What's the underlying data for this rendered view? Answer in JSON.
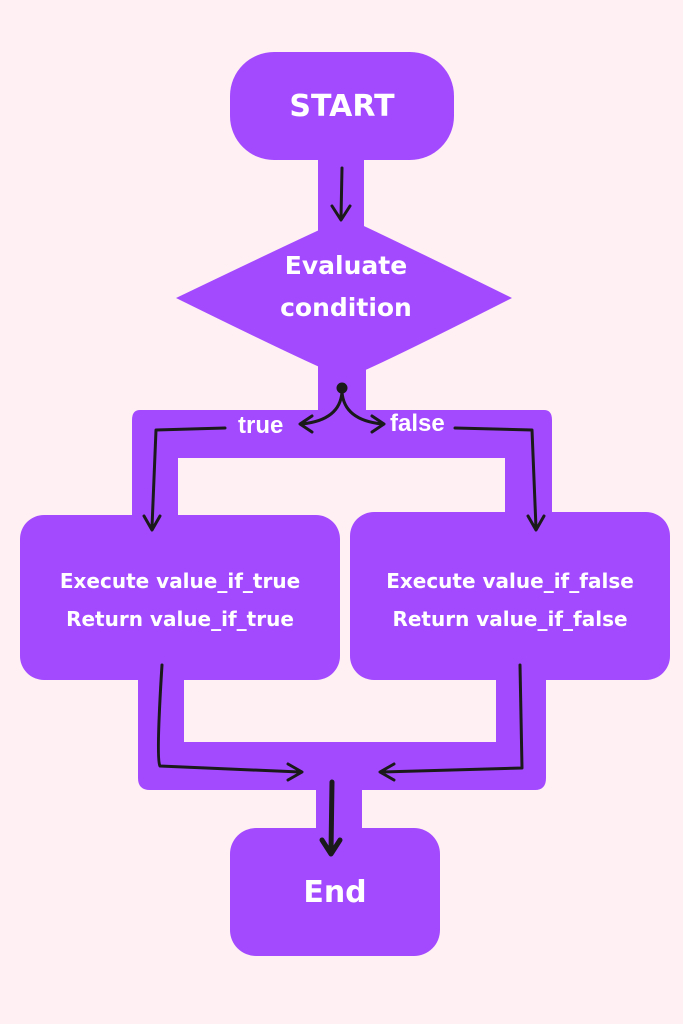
{
  "nodes": {
    "start": "START",
    "condition_line1": "Evaluate",
    "condition_line2": "condition",
    "true_box_line1": "Execute value_if_true",
    "true_box_line2": "Return value_if_true",
    "false_box_line1": "Execute value_if_false",
    "false_box_line2": "Return value_if_false",
    "end": "End"
  },
  "edges": {
    "true_label": "true",
    "false_label": "false"
  },
  "colors": {
    "background": "#fff0f3",
    "shape_fill": "#a34aff",
    "arrow": "#1a1a1a",
    "text": "#ffffff"
  }
}
